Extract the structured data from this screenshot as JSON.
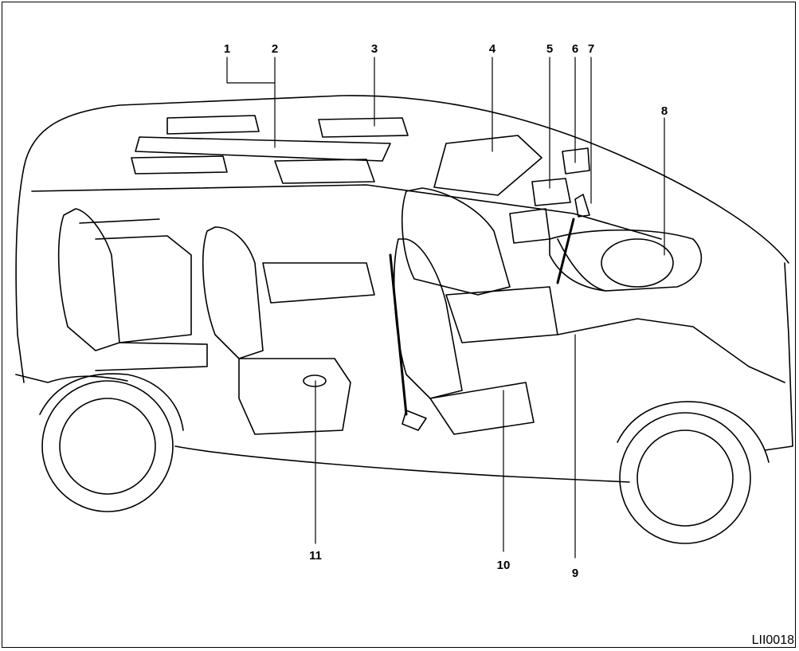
{
  "callouts": [
    "1",
    "2",
    "3",
    "4",
    "5",
    "6",
    "7",
    "8",
    "9",
    "10",
    "11"
  ],
  "figure_code": "LII0018",
  "colors": {
    "line": "#000000",
    "background": "#ffffff"
  }
}
